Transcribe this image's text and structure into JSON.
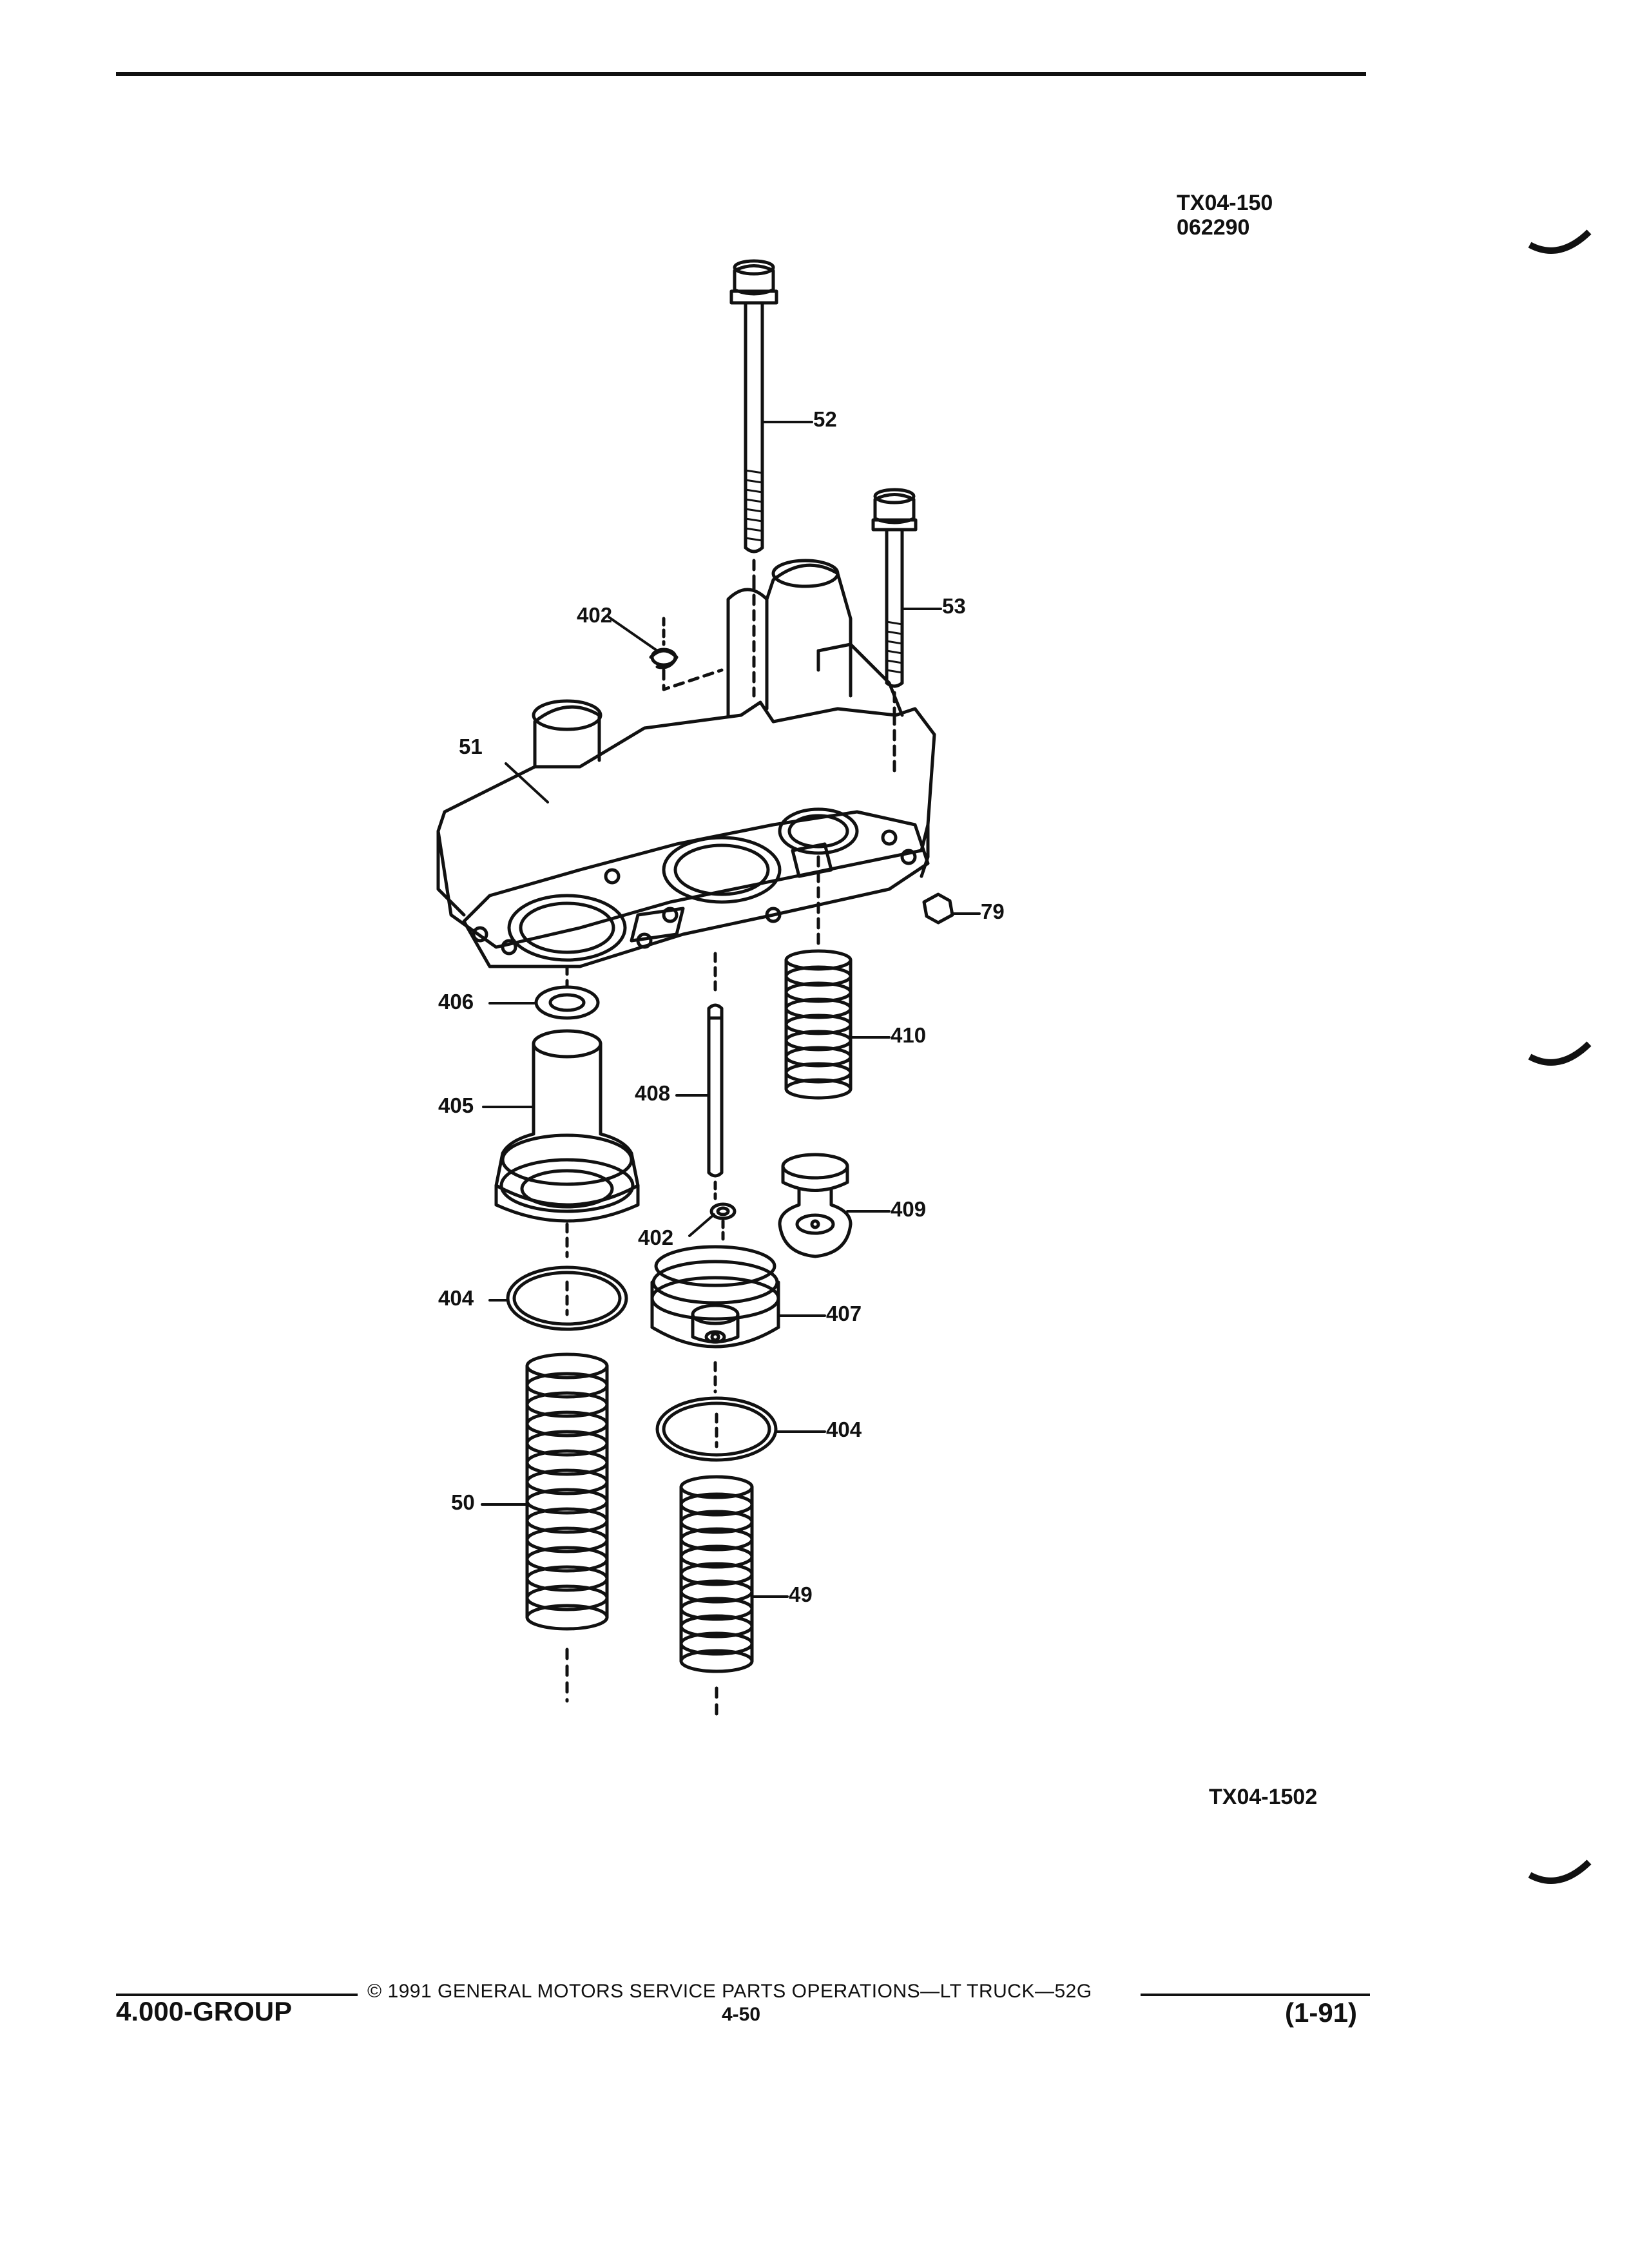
{
  "header": {
    "code_primary": "TX04-150",
    "code_secondary": "062290"
  },
  "figure": {
    "figure_id": "TX04-1502",
    "callouts": [
      "52",
      "53",
      "402",
      "51",
      "79",
      "406",
      "410",
      "405",
      "408",
      "409",
      "402",
      "404",
      "407",
      "404",
      "50",
      "49"
    ]
  },
  "footer": {
    "group": "4.000-GROUP",
    "copyright": "© 1991 GENERAL MOTORS SERVICE PARTS OPERATIONS—LT TRUCK—52G",
    "page": "4-50",
    "date": "(1-91)"
  },
  "colors": {
    "ink": "#111111",
    "paper": "#ffffff"
  }
}
